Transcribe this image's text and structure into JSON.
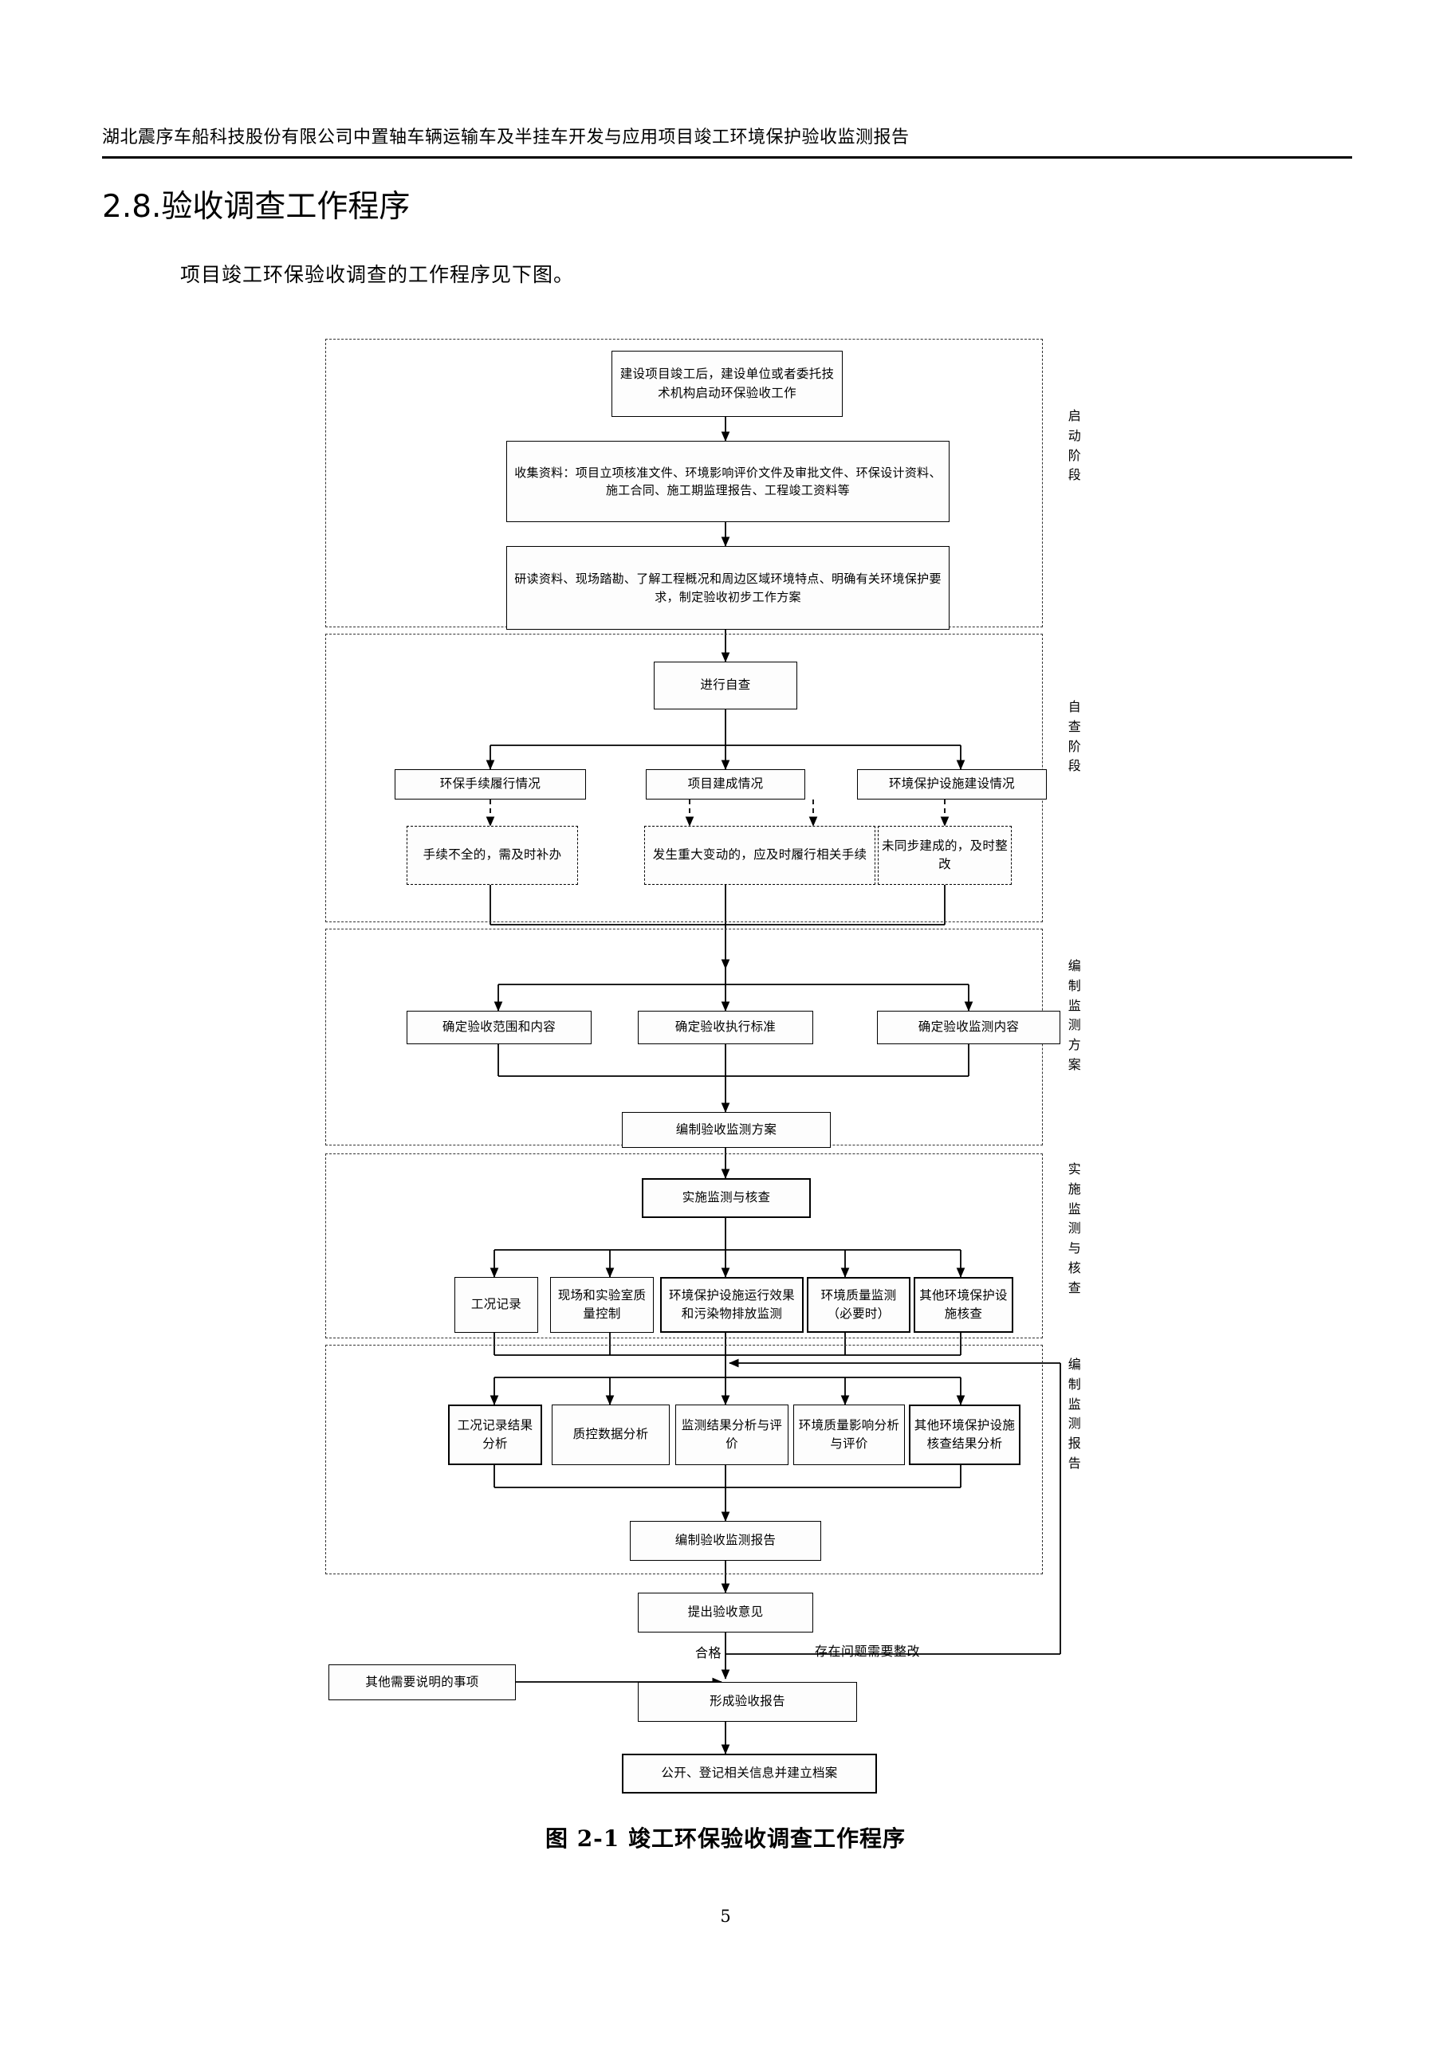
{
  "document": {
    "running_header": "湖北震序车船科技股份有限公司中置轴车辆运输车及半挂车开发与应用项目竣工环境保护验收监测报告",
    "section_number_title": "2.8.验收调查工作程序",
    "intro_paragraph": "项目竣工环保验收调查的工作程序见下图。",
    "figure_caption": "图 2-1  竣工环保验收调查工作程序",
    "page_number": "5"
  },
  "flowchart": {
    "title": "竣工环保验收调查工作程序",
    "stages": [
      {
        "id": "startup",
        "label": "启动阶段"
      },
      {
        "id": "selfcheck",
        "label": "自查阶段"
      },
      {
        "id": "plan",
        "label": "编制监测方案"
      },
      {
        "id": "monitor",
        "label": "实施监测与核查"
      },
      {
        "id": "report",
        "label": "编制监测报告"
      }
    ],
    "nodes": {
      "n01": "建设项目竣工后，建设单位或者委托技术机构启动环保验收工作",
      "n02": "收集资料：项目立项核准文件、环境影响评价文件及审批文件、环保设计资料、施工合同、施工期监理报告、工程竣工资料等",
      "n03": "研读资料、现场踏勘、了解工程概况和周边区域环境特点、明确有关环境保护要求，制定验收初步工作方案",
      "n04": "进行自查",
      "n05": "环保手续履行情况",
      "n06": "项目建成情况",
      "n07": "环境保护设施建设情况",
      "n08": "手续不全的，需及时补办",
      "n09": "发生重大变动的，应及时履行相关手续",
      "n10": "未同步建成的，及时整改",
      "n11": "确定验收范围和内容",
      "n12": "确定验收执行标准",
      "n13": "确定验收监测内容",
      "n14": "编制验收监测方案",
      "n15": "实施监测与核查",
      "n16": "工况记录",
      "n17": "现场和实验室质量控制",
      "n18": "环境保护设施运行效果和污染物排放监测",
      "n19": "环境质量监测（必要时）",
      "n20": "其他环境保护设施核查",
      "n21": "工况记录结果分析",
      "n22": "质控数据分析",
      "n23": "监测结果分析与评价",
      "n24": "环境质量影响分析与评价",
      "n25": "其他环境保护设施核查结果分析",
      "n26": "编制验收监测报告",
      "n27": "提出验收意见",
      "n28": "其他需要说明的事项",
      "n29": "形成验收报告",
      "n30": "公开、登记相关信息并建立档案"
    },
    "edge_labels": {
      "pass": "合格",
      "rectify": "存在问题需要整改"
    },
    "colors": {
      "line": "#000000",
      "box_border": "#000000",
      "stage_border": "#333333",
      "background": "#ffffff"
    }
  }
}
